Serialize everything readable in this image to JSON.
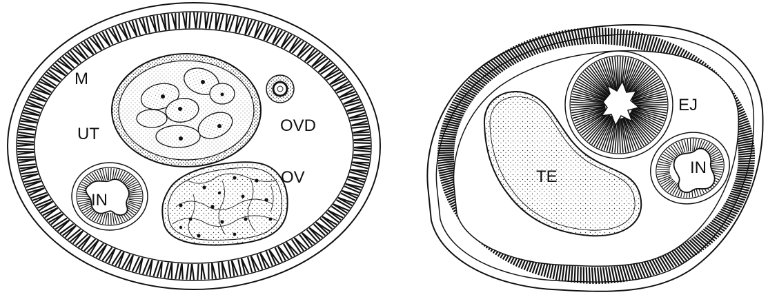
{
  "labels": {
    "female": {
      "muscle": "M",
      "uterus": "UT",
      "oviduct": "OVD",
      "intestine": "IN",
      "ovary": "OV"
    },
    "male": {
      "ejaculatory_duct": "EJ",
      "testis": "TE",
      "intestine": "IN"
    }
  },
  "colors": {
    "ink": "#111111",
    "paper": "#ffffff"
  }
}
